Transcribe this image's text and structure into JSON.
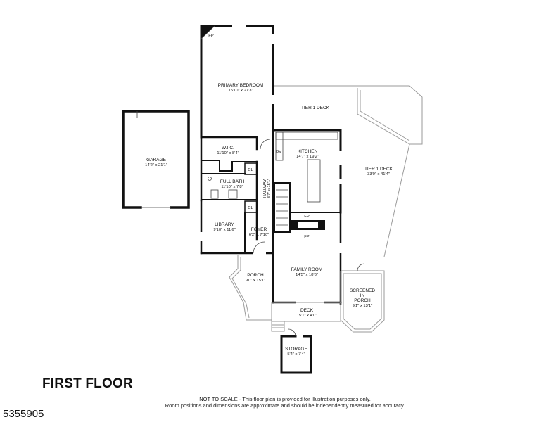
{
  "floor_title": "FIRST FLOOR",
  "disclaimer": {
    "line1": "NOT TO SCALE - This floor plan is provided for illustration purposes only.",
    "line2": "Room positions and dimensions are approximate and should be independently measured for accuracy."
  },
  "listing_id": "5355905",
  "rooms": {
    "primary_bedroom": {
      "name": "PRIMARY BEDROOM",
      "dims": "15'10\" x 27'3\""
    },
    "tier1_deck_top": {
      "name": "TIER 1 DECK"
    },
    "tier1_deck_right": {
      "name": "TIER 1 DECK",
      "dims": "33'0\" x 41'4\""
    },
    "garage": {
      "name": "GARAGE",
      "dims": "14'2\" x 21'1\""
    },
    "wic": {
      "name": "W.I.C.",
      "dims": "11'10\" x 8'4\""
    },
    "full_bath": {
      "name": "FULL BATH",
      "dims": "11'10\" x 7'8\""
    },
    "kitchen": {
      "name": "KITCHEN",
      "dims": "14'7\" x 19'2\""
    },
    "hallway": {
      "name": "HALLWAY",
      "dims": "3'7\" x 15'1\""
    },
    "library": {
      "name": "LIBRARY",
      "dims": "9'10\" x 11'6\""
    },
    "foyer": {
      "name": "FOYER",
      "dims": "6'2\" x 7'10\""
    },
    "porch": {
      "name": "PORCH",
      "dims": "9'0\" x 15'1\""
    },
    "family_room": {
      "name": "FAMILY ROOM",
      "dims": "14'5\" x 18'8\""
    },
    "screened_porch": {
      "line1": "SCREENED",
      "line2": "IN",
      "line3": "PORCH",
      "dims": "9'1\" x 13'1\""
    },
    "deck": {
      "name": "DECK",
      "dims": "15'1\" x 4'0\""
    },
    "storage": {
      "name": "STORAGE",
      "dims": "5'4\" x 7'4\""
    }
  },
  "labels": {
    "fp": "FP",
    "cl": "CL",
    "ov": "OV"
  }
}
